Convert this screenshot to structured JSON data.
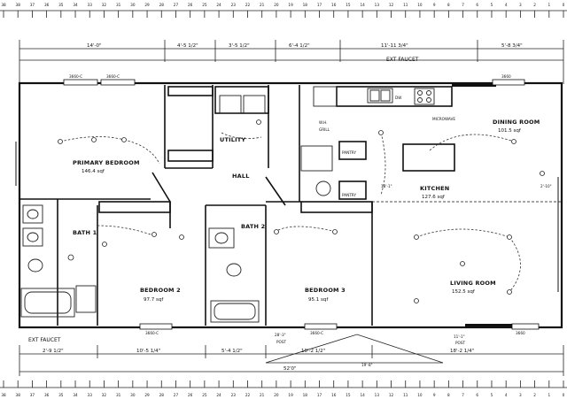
{
  "ruler": {
    "top": [
      "38",
      "38",
      "37",
      "36",
      "35",
      "34",
      "33",
      "32",
      "31",
      "30",
      "29",
      "28",
      "27",
      "26",
      "25",
      "24",
      "23",
      "22",
      "21",
      "20",
      "19",
      "18",
      "17",
      "16",
      "15",
      "14",
      "13",
      "12",
      "11",
      "10",
      "9",
      "8",
      "7",
      "6",
      "5",
      "4",
      "3",
      "2",
      "1",
      "0"
    ],
    "bottom": [
      "38",
      "38",
      "37",
      "36",
      "35",
      "34",
      "33",
      "32",
      "31",
      "30",
      "29",
      "28",
      "27",
      "26",
      "25",
      "24",
      "23",
      "22",
      "21",
      "20",
      "19",
      "18",
      "17",
      "16",
      "15",
      "14",
      "13",
      "12",
      "11",
      "10",
      "9",
      "8",
      "7",
      "6",
      "5",
      "4",
      "3",
      "2",
      "1",
      "0"
    ]
  },
  "dims_top": [
    "14'-0\"",
    "4'-5 1/2\"",
    "3'-5 1/2\"",
    "6'-4 1/2\"",
    "11'-11 3/4\"",
    "5'-8 3/4\""
  ],
  "dims_bottom": [
    "2'-9 1/2\"",
    "10'-5 1/4\"",
    "5'-4 1/2\"",
    "10'-2 1/2\"",
    "18'-2 1/4\""
  ],
  "overall_length": "52'0\"",
  "rooms": [
    {
      "name": "PRIMARY BEDROOM",
      "area": "146.4 sqf"
    },
    {
      "name": "BATH 1",
      "area": ""
    },
    {
      "name": "BEDROOM 2",
      "area": "97.7 sqf"
    },
    {
      "name": "BATH 2",
      "area": ""
    },
    {
      "name": "BEDROOM 3",
      "area": "95.1 sqf"
    },
    {
      "name": "KITCHEN",
      "area": "127.6 sqf"
    },
    {
      "name": "DINING ROOM",
      "area": "101.5 sqf"
    },
    {
      "name": "LIVING ROOM",
      "area": "152.5 sqf"
    }
  ],
  "labels": {
    "utility": "UTILITY",
    "hall": "HALL",
    "pantry": "PANTRY",
    "ext_faucet": "EXT FAUCET",
    "microwave": "MICROWAVE",
    "grill": "GRILL",
    "window_3660": "3660-C",
    "window_3660_plain": "3660",
    "dw": "DW",
    "wh": "W.H.",
    "post": "POST",
    "dim_18_1": "18'-1\"",
    "dim_2_10": "2'-10\"",
    "dim_28_3": "28'-3\"",
    "dim_11_1": "11'-1\"",
    "dim_19_8": "19'-8\""
  }
}
